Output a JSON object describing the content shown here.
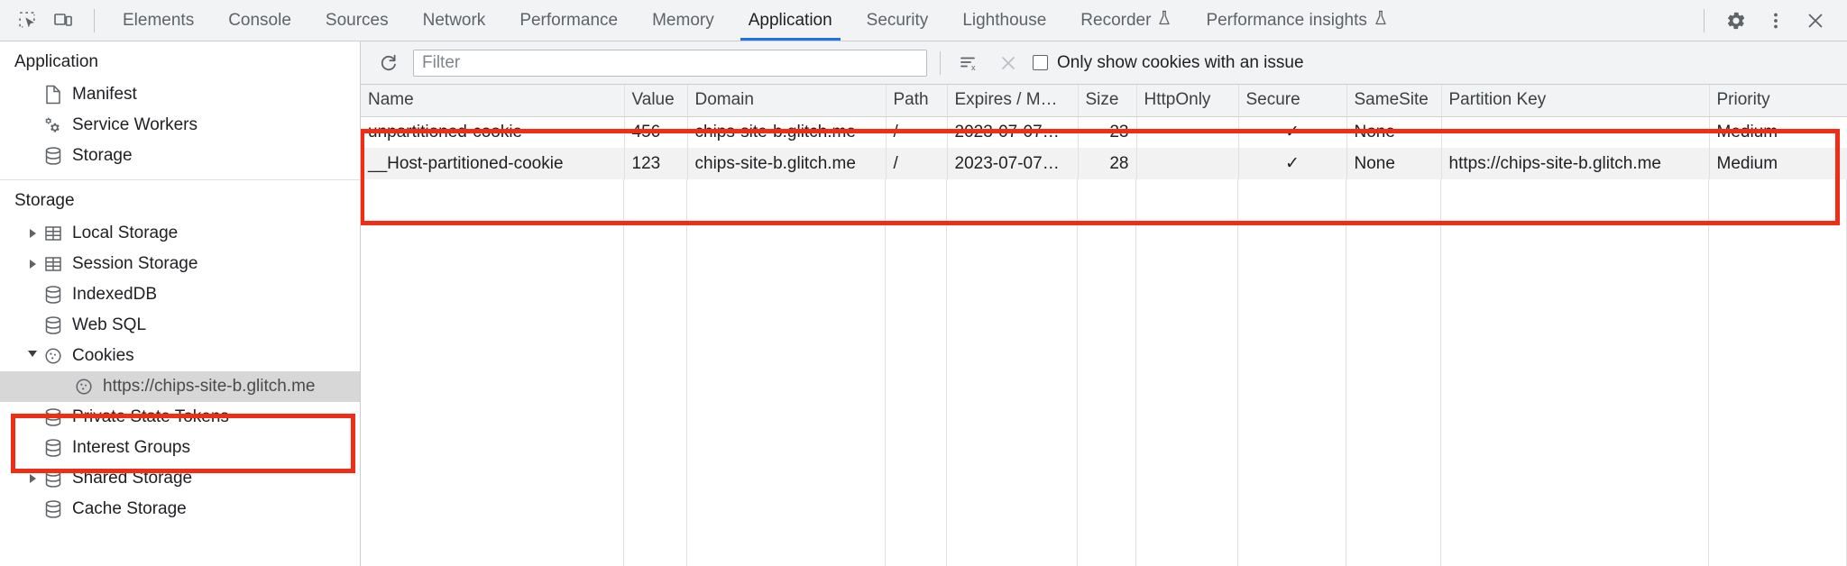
{
  "toolbar": {
    "inspect_icon": "inspect-element-icon",
    "device_icon": "device-toolbar-icon",
    "tabs": [
      {
        "label": "Elements",
        "active": false,
        "experimental": false
      },
      {
        "label": "Console",
        "active": false,
        "experimental": false
      },
      {
        "label": "Sources",
        "active": false,
        "experimental": false
      },
      {
        "label": "Network",
        "active": false,
        "experimental": false
      },
      {
        "label": "Performance",
        "active": false,
        "experimental": false
      },
      {
        "label": "Memory",
        "active": false,
        "experimental": false
      },
      {
        "label": "Application",
        "active": true,
        "experimental": false
      },
      {
        "label": "Security",
        "active": false,
        "experimental": false
      },
      {
        "label": "Lighthouse",
        "active": false,
        "experimental": false
      },
      {
        "label": "Recorder",
        "active": false,
        "experimental": true
      },
      {
        "label": "Performance insights",
        "active": false,
        "experimental": true
      }
    ],
    "right_icons": [
      "gear-icon",
      "more-options-icon",
      "close-icon"
    ],
    "accent_color": "#1a73e8",
    "bg_color": "#f1f3f4"
  },
  "sidebar": {
    "sections": [
      {
        "title": "Application",
        "items": [
          {
            "label": "Manifest",
            "icon": "manifest-document-icon",
            "twisty": "none",
            "selected": false
          },
          {
            "label": "Service Workers",
            "icon": "service-workers-gears-icon",
            "twisty": "none",
            "selected": false
          },
          {
            "label": "Storage",
            "icon": "database-icon",
            "twisty": "none",
            "selected": false
          }
        ]
      },
      {
        "title": "Storage",
        "items": [
          {
            "label": "Local Storage",
            "icon": "table-icon",
            "twisty": "closed",
            "selected": false
          },
          {
            "label": "Session Storage",
            "icon": "table-icon",
            "twisty": "closed",
            "selected": false
          },
          {
            "label": "IndexedDB",
            "icon": "database-icon",
            "twisty": "none",
            "selected": false
          },
          {
            "label": "Web SQL",
            "icon": "database-icon",
            "twisty": "none",
            "selected": false
          },
          {
            "label": "Cookies",
            "icon": "cookie-icon",
            "twisty": "open",
            "selected": false
          },
          {
            "label": "https://chips-site-b.glitch.me",
            "icon": "cookie-icon",
            "twisty": "none",
            "selected": true,
            "child": true
          },
          {
            "label": "Private State Tokens",
            "icon": "database-icon",
            "twisty": "none",
            "selected": false
          },
          {
            "label": "Interest Groups",
            "icon": "database-icon",
            "twisty": "none",
            "selected": false
          },
          {
            "label": "Shared Storage",
            "icon": "database-icon",
            "twisty": "closed",
            "selected": false
          },
          {
            "label": "Cache Storage",
            "icon": "database-icon",
            "twisty": "none",
            "selected": false
          }
        ]
      }
    ]
  },
  "filter_bar": {
    "refresh_icon": "refresh-icon",
    "clear_filter_icon": "clear-filter-icon",
    "delete_icon": "delete-cookie-icon",
    "filter_value": "",
    "filter_placeholder": "Filter",
    "checkbox_label": "Only show cookies with an issue",
    "checkbox_checked": false
  },
  "table": {
    "columns": [
      "Name",
      "Value",
      "Domain",
      "Path",
      "Expires / M…",
      "Size",
      "HttpOnly",
      "Secure",
      "SameSite",
      "Partition Key",
      "Priority"
    ],
    "rows": [
      {
        "Name": "unpartitioned-cookie",
        "Value": "456",
        "Domain": "chips-site-b.glitch.me",
        "Path": "/",
        "Expires": "2023-07-07…",
        "Size": "23",
        "HttpOnly": "",
        "Secure": "✓",
        "SameSite": "None",
        "PartitionKey": "",
        "Priority": "Medium"
      },
      {
        "Name": "__Host-partitioned-cookie",
        "Value": "123",
        "Domain": "chips-site-b.glitch.me",
        "Path": "/",
        "Expires": "2023-07-07…",
        "Size": "28",
        "HttpOnly": "",
        "Secure": "✓",
        "SameSite": "None",
        "PartitionKey": "https://chips-site-b.glitch.me",
        "Priority": "Medium"
      }
    ]
  },
  "annotations": {
    "color": "#f22d16",
    "boxes": [
      {
        "name": "cookie-table-highlight"
      },
      {
        "name": "cookies-tree-highlight"
      }
    ]
  }
}
